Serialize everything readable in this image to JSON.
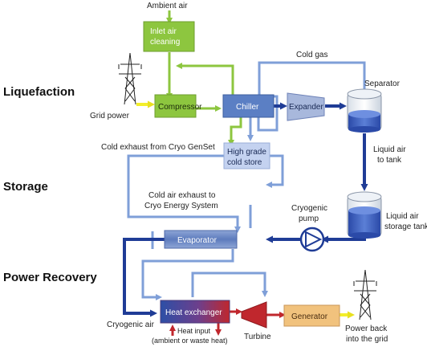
{
  "sections": {
    "liquefaction": "Liquefaction",
    "storage": "Storage",
    "power_recovery": "Power Recovery"
  },
  "components": {
    "inlet_air_cleaning": [
      "Inlet air",
      "cleaning"
    ],
    "compressor": "Compressor",
    "chiller": "Chiller",
    "expander": "Expander",
    "high_grade_cold_store": [
      "High grade",
      "cold store"
    ],
    "evaporator": "Evaporator",
    "heat_exchanger": "Heat exchanger",
    "generator": "Generator"
  },
  "labels": {
    "ambient_air": "Ambient air",
    "grid_power": "Grid power",
    "cold_gas": "Cold gas",
    "separator": "Separator",
    "liquid_air_to_tank": [
      "Liquid air",
      "to tank"
    ],
    "cold_exhaust_cryo_genset": "Cold exhaust from Cryo GenSet",
    "cold_air_exhaust": [
      "Cold air exhaust to",
      "Cryo Energy System"
    ],
    "cryogenic_pump": [
      "Cryogenic",
      "pump"
    ],
    "liquid_air_storage_tank": [
      "Liquid air",
      "storage tank"
    ],
    "cryogenic_air": "Cryogenic air",
    "heat_input": [
      "Heat input",
      "(ambient or waste heat)"
    ],
    "turbine": "Turbine",
    "power_back": [
      "Power back",
      "into the grid"
    ]
  },
  "colors": {
    "green_box": "#8dc63f",
    "green_line": "#8dc63f",
    "light_blue_line": "#7f9fd8",
    "dark_blue_line": "#1f3c96",
    "chiller_box": "#5b7fc4",
    "expander_box": "#a8b8dc",
    "cold_store_box": "#c4d2f0",
    "generator_box": "#f1c27d",
    "red": "#c0272d",
    "yellow": "#f3ef2a"
  },
  "icons": [
    "pylon-icon",
    "cryogenic-pump-icon",
    "separator-vessel-icon",
    "storage-tank-icon",
    "turbine-icon"
  ]
}
